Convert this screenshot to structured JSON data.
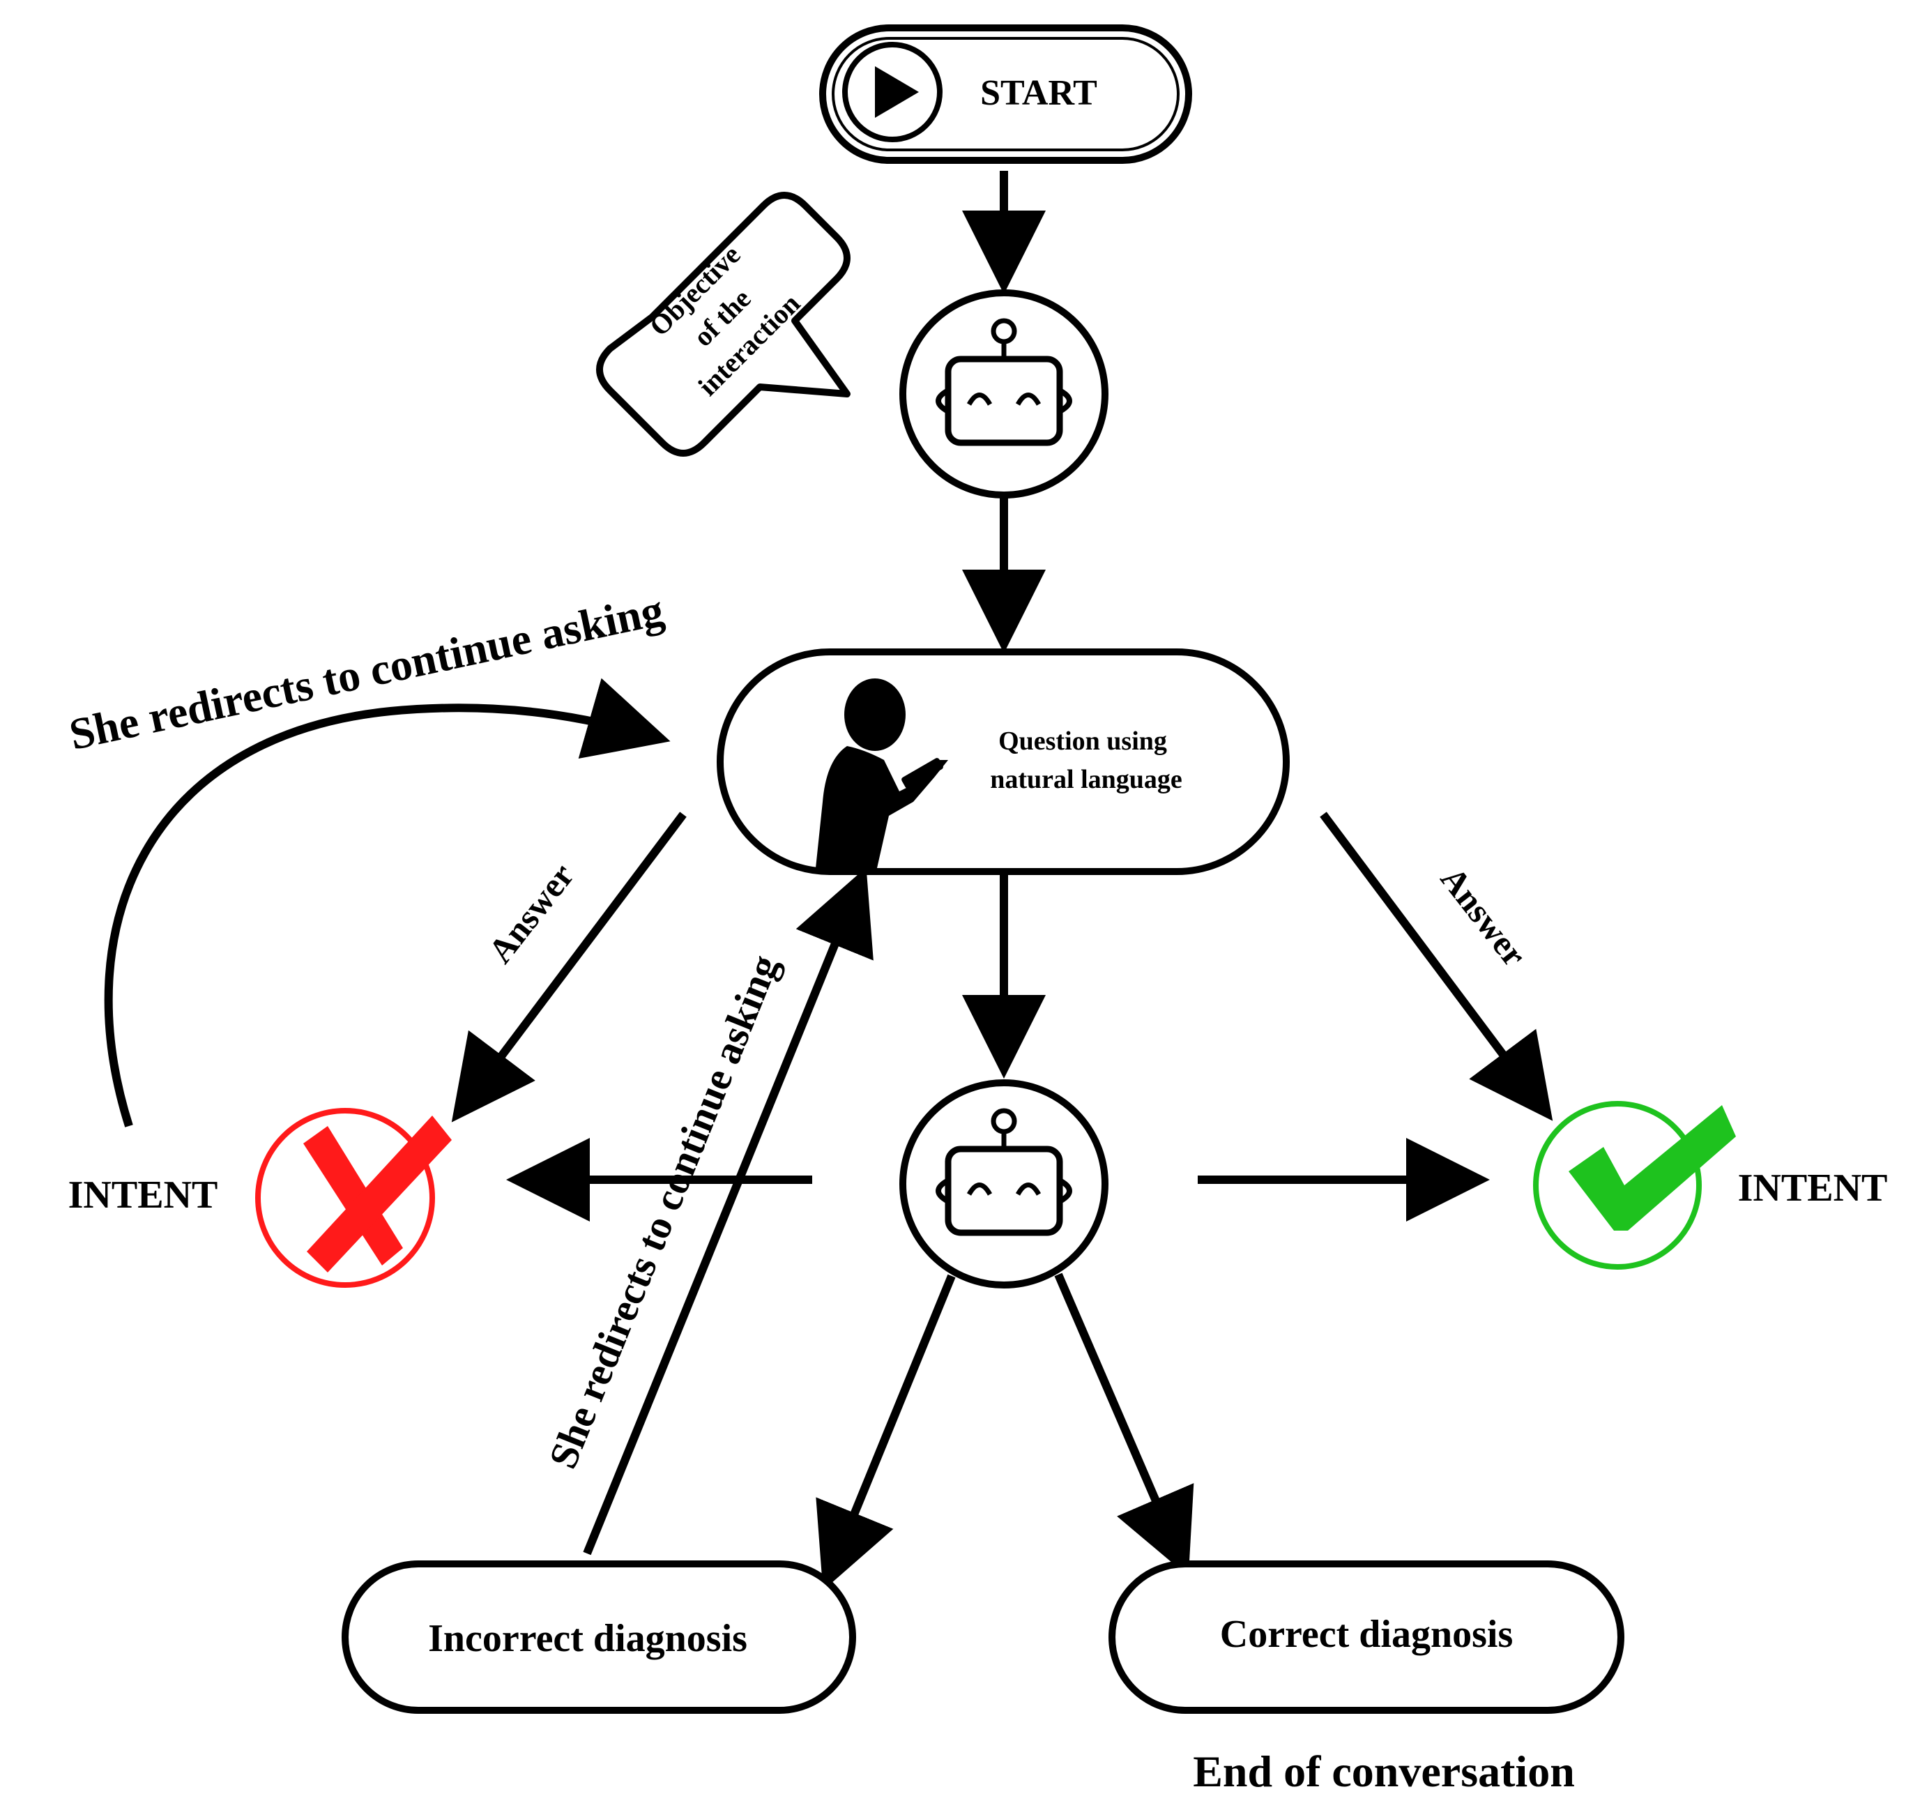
{
  "nodes": {
    "start": "START",
    "speech_bubble": [
      "Objective",
      "of the",
      "interaction"
    ],
    "question": [
      "Question using",
      "natural language"
    ],
    "incorrect": "Incorrect diagnosis",
    "correct": "Correct diagnosis",
    "end": "End of conversation"
  },
  "labels": {
    "redirect_top": "She redirects to continue asking",
    "redirect_diag": "She redirects to continue asking",
    "answer_left": "Answer",
    "answer_right": "Answer",
    "intent_left": "INTENT",
    "intent_right": "INTENT"
  },
  "icons": {
    "start": "play-icon",
    "robot_top": "robot-icon",
    "robot_bottom": "robot-icon",
    "person": "person-with-phone-icon",
    "wrong": "red-cross-icon",
    "right": "green-check-icon"
  },
  "colors": {
    "stroke": "#000000",
    "wrong": "#ff1a1a",
    "right": "#1ec21e"
  }
}
